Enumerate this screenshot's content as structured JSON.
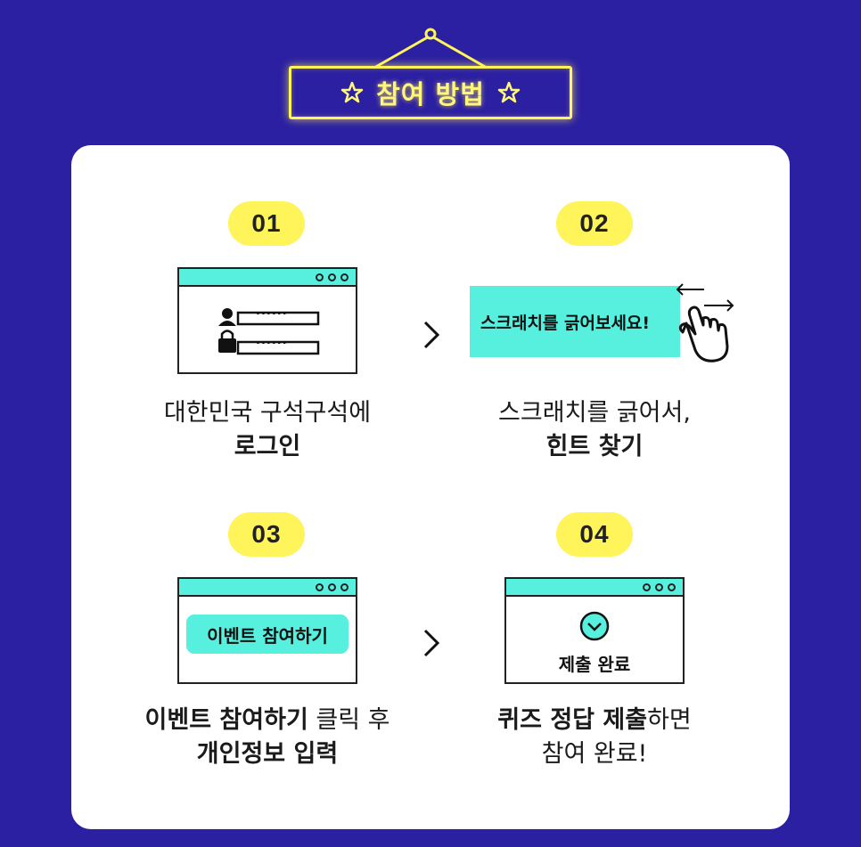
{
  "header": {
    "title": "참여 방법"
  },
  "colors": {
    "background": "#2b1fa2",
    "accent": "#57f0de",
    "badge": "#fff45a",
    "sign": "#fff45a"
  },
  "steps": [
    {
      "number": "01",
      "caption_line1": "대한민국 구석구석에",
      "caption_line2": "로그인",
      "icon": "login-window-icon"
    },
    {
      "number": "02",
      "scratch_label": "스크래치를 긁어보세요!",
      "caption_line1": "스크래치를 긁어서,",
      "caption_line2": "힌트 찾기",
      "icon": "swipe-hand-icon"
    },
    {
      "number": "03",
      "button_label": "이벤트 참여하기",
      "caption_bold": "이벤트 참여하기",
      "caption_rest": " 클릭 후",
      "caption_line2": "개인정보 입력",
      "icon": "event-window-icon"
    },
    {
      "number": "04",
      "done_label": "제출 완료",
      "caption_bold": "퀴즈 정답 제출",
      "caption_rest": "하면",
      "caption_line2": "참여 완료!",
      "icon": "check-circle-icon"
    }
  ],
  "login_mask": "......"
}
